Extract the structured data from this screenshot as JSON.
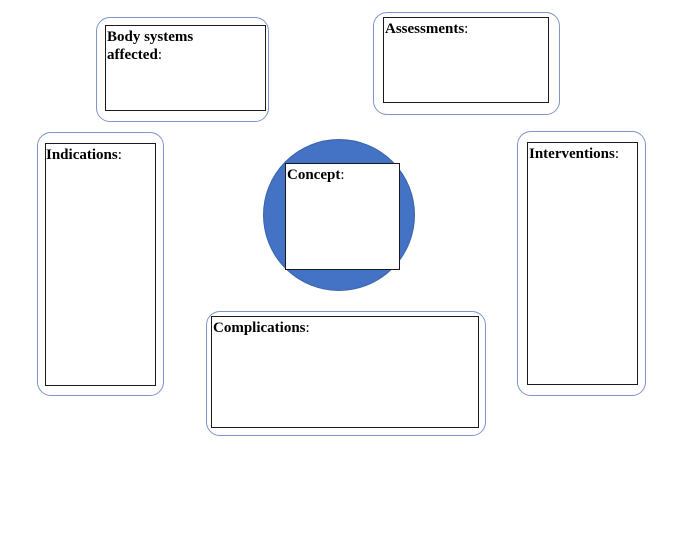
{
  "boxes": {
    "body_systems": {
      "title": "Body systems\naffected",
      "suffix": ":"
    },
    "assessments": {
      "title": "Assessments",
      "suffix": ":"
    },
    "indications": {
      "title": "Indications",
      "suffix": ":"
    },
    "concept": {
      "title": "Concept",
      "suffix": ":"
    },
    "interventions": {
      "title": "Interventions",
      "suffix": ":"
    },
    "complications": {
      "title": "Complications",
      "suffix": ":"
    }
  },
  "colors": {
    "circle_fill": "#4472c4",
    "outer_border": "#7f95c8",
    "inner_border": "#1a1a1a"
  }
}
